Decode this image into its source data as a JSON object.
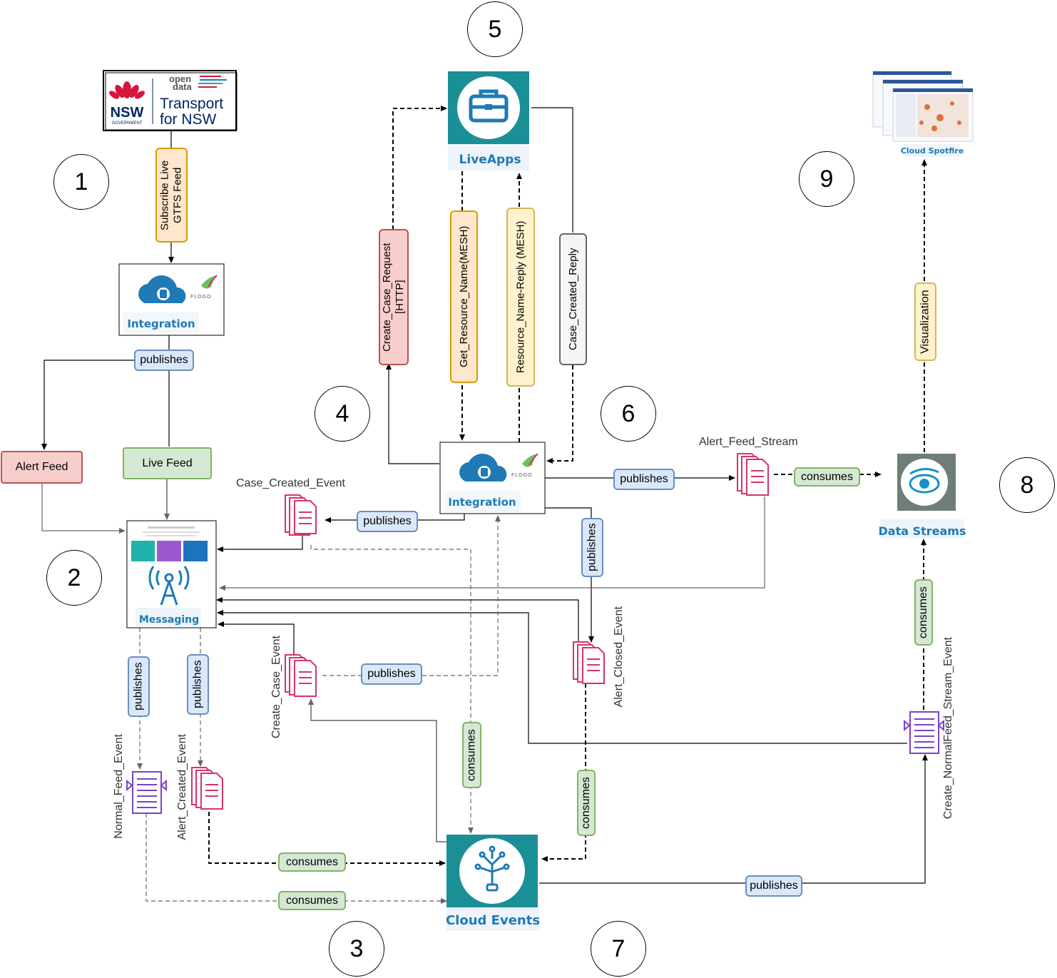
{
  "steps": [
    "1",
    "2",
    "3",
    "4",
    "5",
    "6",
    "7",
    "8",
    "9"
  ],
  "nsw_logo": {
    "open_word": "open",
    "data_word": "data",
    "line1": "Transport",
    "line2": "for NSW",
    "nsw": "NSW",
    "gov": "GOVERNMENT"
  },
  "services": {
    "integration_left": "Integration",
    "integration_center": "Integration",
    "flogo": "FLOGO",
    "liveapps": "LiveApps",
    "messaging": "Messaging",
    "cloud_events": "Cloud Events",
    "data_streams": "Data Streams",
    "spotfire": "Cloud Spotfire"
  },
  "boxes": {
    "alert_feed": "Alert Feed",
    "live_feed": "Live Feed"
  },
  "labels": {
    "subscribe": "Subscribe Live GTFS Feed",
    "publishes": "publishes",
    "consumes": "consumes",
    "visualization": "Visualization",
    "create_case_request": "Create_Case_Request [HTTP]",
    "get_resource_name": "Get_Resource_Name(MESH)",
    "resource_name_reply": "Resource_Name-Reply (MESH)",
    "case_created_reply": "Case_Created_Reply"
  },
  "events": {
    "case_created_event": "Case_Created_Event",
    "alert_feed_stream": "Alert_Feed_Stream",
    "create_case_event": "Create_Case_Event",
    "alert_closed_event": "Alert_Closed_Event",
    "normal_feed_event": "Normal_Feed_Event",
    "alert_created_event": "Alert_Created_Event",
    "create_normalfeed_stream_event": "Create_NormalFeed_Stream_Event"
  },
  "colors": {
    "blue_fill": "#dae8fc",
    "blue_stroke": "#6c8ebf",
    "green_fill": "#d5e8d4",
    "green_stroke": "#82b366",
    "event_pink": "#d6336c",
    "stream_purple": "#7b42c8",
    "teal": "#1a8f96",
    "brand_blue": "#1f7ab5"
  }
}
